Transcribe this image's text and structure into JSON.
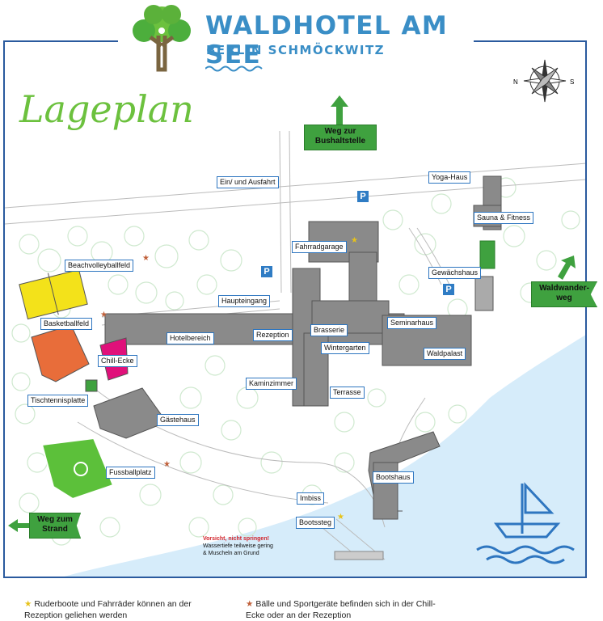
{
  "header": {
    "title": "WALDHOTEL AM SEE",
    "subtitle": "BERLIN SCHMÖCKWITZ"
  },
  "map": {
    "heading": "Lageplan",
    "labels": {
      "ein_ausfahrt": "Ein/ und Ausfahrt",
      "yoga_haus": "Yoga-Haus",
      "sauna_fitness": "Sauna & Fitness",
      "fahrradgarage": "Fahrradgarage",
      "beachvolleyballfeld": "Beachvolleyballfeld",
      "gewaechshaus": "Gewächshaus",
      "haupteingang": "Haupteingang",
      "basketballfeld": "Basketballfeld",
      "seminarhaus": "Seminarhaus",
      "brasserie": "Brasserie",
      "rezeption": "Rezeption",
      "hotelbereich": "Hotelbereich",
      "wintergarten": "Wintergarten",
      "waldpalast": "Waldpalast",
      "chill_ecke": "Chill-Ecke",
      "kaminzimmer": "Kaminzimmer",
      "terrasse": "Terrasse",
      "tischtennisplatte": "Tischtennisplatte",
      "gaestehaus": "Gästehaus",
      "bootshaus": "Bootshaus",
      "fussballplatz": "Fussballplatz",
      "imbiss": "Imbiss",
      "bootssteg": "Bootssteg"
    },
    "signs": {
      "bushaltestelle": "Weg zur Bushaltstelle",
      "waldwanderweg": "Waldwander-weg",
      "strand": "Weg zum Strand"
    },
    "parking_symbol": "P",
    "compass_letters": {
      "n": "N",
      "s": "S"
    },
    "warning": {
      "title": "Vorsicht, nicht springen!",
      "line1": "Wassertiefe teilweise gering",
      "line2": "& Muscheln am Grund"
    },
    "colors": {
      "brand_blue": "#3a8ec6",
      "frame_blue": "#2a5a9e",
      "leaf_green": "#6cc13e",
      "sign_green": "#3fa13f",
      "water": "#d6ecfa",
      "building_gray": "#8a8a8a",
      "beach_yellow": "#f3e21a",
      "basket_orange": "#e86d3a",
      "chill_magenta": "#e0107a",
      "football_green": "#5cc03a"
    }
  },
  "legend": {
    "yellow_star_text": "Ruderboote und Fahrräder können an der Rezeption geliehen werden",
    "red_star_text": "Bälle und Sportgeräte befinden sich in der Chill-Ecke oder an der Rezeption"
  }
}
